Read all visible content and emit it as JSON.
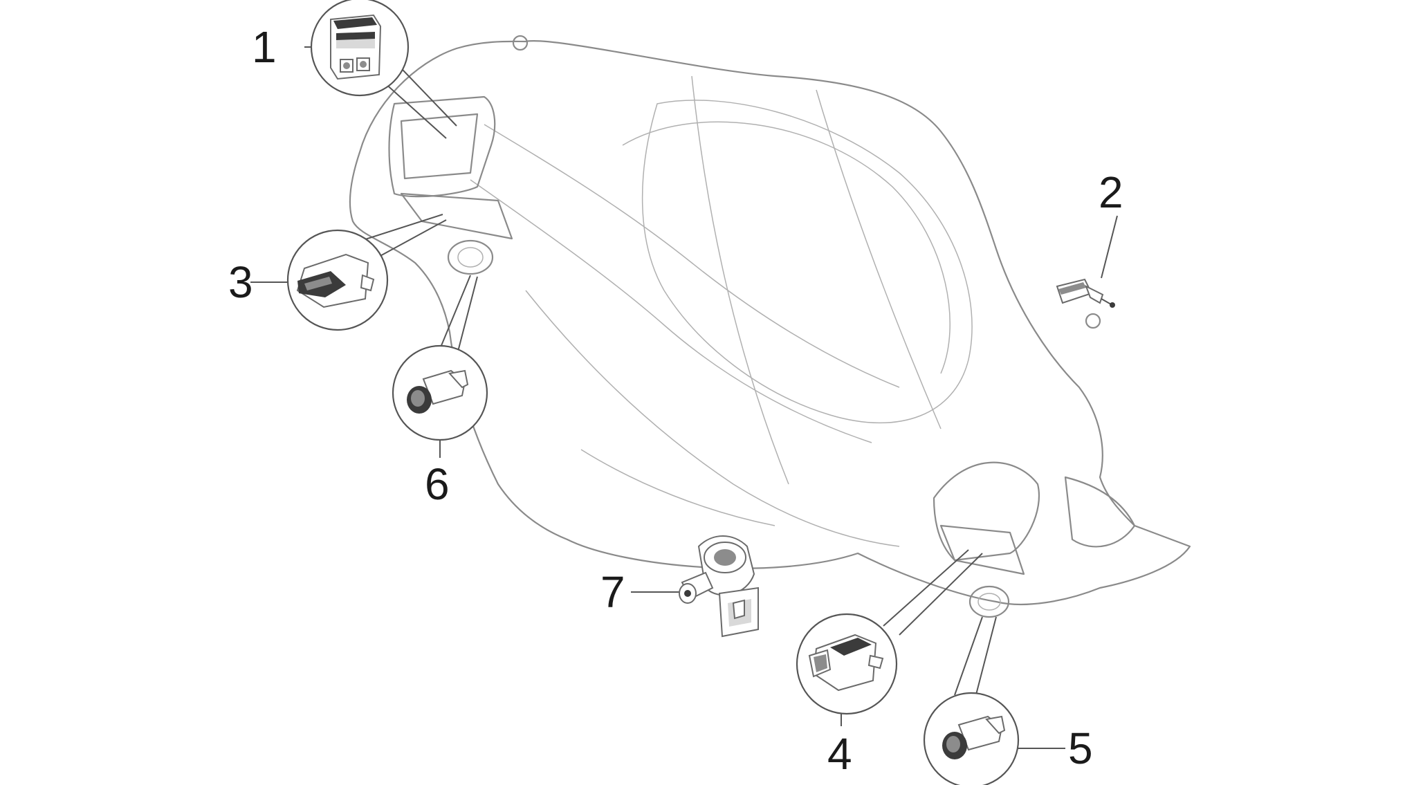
{
  "callouts": [
    {
      "id": "1",
      "label": "1"
    },
    {
      "id": "2",
      "label": "2"
    },
    {
      "id": "3",
      "label": "3"
    },
    {
      "id": "4",
      "label": "4"
    },
    {
      "id": "5",
      "label": "5"
    },
    {
      "id": "6",
      "label": "6"
    },
    {
      "id": "7",
      "label": "7"
    }
  ],
  "colors": {
    "line": "#555555",
    "housing": "#8a8a8a",
    "background": "#ffffff"
  }
}
